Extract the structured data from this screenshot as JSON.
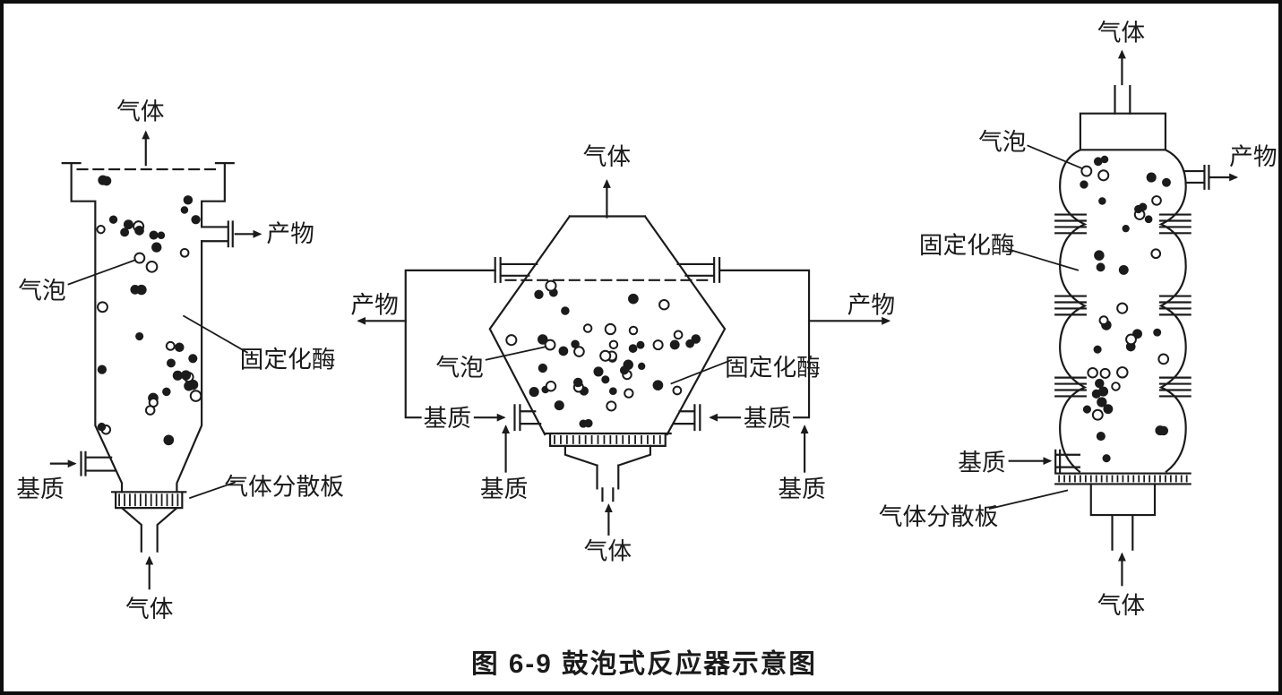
{
  "colors": {
    "ink": "#1b1b1b",
    "paper": "#ffffff"
  },
  "caption": "图 6-9  鼓泡式反应器示意图",
  "left_reactor": {
    "gas_out": "气体",
    "product": "产物",
    "bubble": "气泡",
    "enzyme": "固定化酶",
    "substrate": "基质",
    "gas_sparger": "气体分散板",
    "gas_in": "气体"
  },
  "middle_reactor": {
    "gas_out": "气体",
    "product_left": "产物",
    "product_right": "产物",
    "bubble": "气泡",
    "enzyme": "固定化酶",
    "substrate_left": "基质",
    "substrate_right": "基质",
    "substrate_feed_left": "基质",
    "substrate_feed_right": "基质",
    "gas_in": "气体"
  },
  "right_reactor": {
    "gas_out": "气体",
    "bubble": "气泡",
    "product": "产物",
    "enzyme": "固定化酶",
    "substrate": "基质",
    "gas_sparger": "气体分散板",
    "gas_in": "气体"
  }
}
